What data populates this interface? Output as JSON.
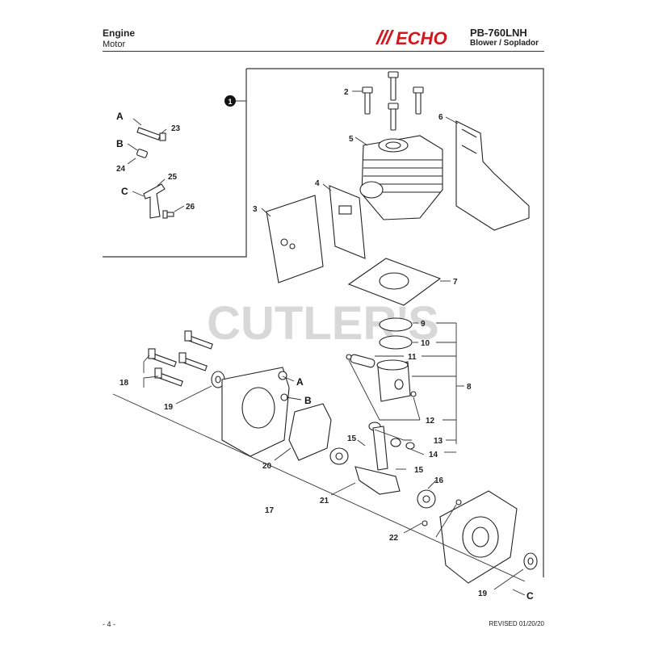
{
  "header": {
    "title": "Engine",
    "subtitle": "Motor",
    "brand": "ECHO",
    "model": "PB-760LNH",
    "model_sub": "Blower / Soplador"
  },
  "watermark": "CUTLER'S",
  "group_marker": "1",
  "callouts": [
    "2",
    "3",
    "4",
    "5",
    "6",
    "7",
    "8",
    "9",
    "10",
    "11",
    "12",
    "13",
    "14",
    "15",
    "15",
    "16",
    "17",
    "18",
    "19",
    "19",
    "20",
    "21",
    "22",
    "23",
    "24",
    "25",
    "26"
  ],
  "letters": [
    "A",
    "B",
    "C",
    "A",
    "B",
    "C"
  ],
  "footer": {
    "page": "- 4 -",
    "revised": "REVISED 01/20/20"
  },
  "colors": {
    "ink": "#222222",
    "watermark": "#c8c8c8",
    "logo_red": "#d2181f"
  }
}
